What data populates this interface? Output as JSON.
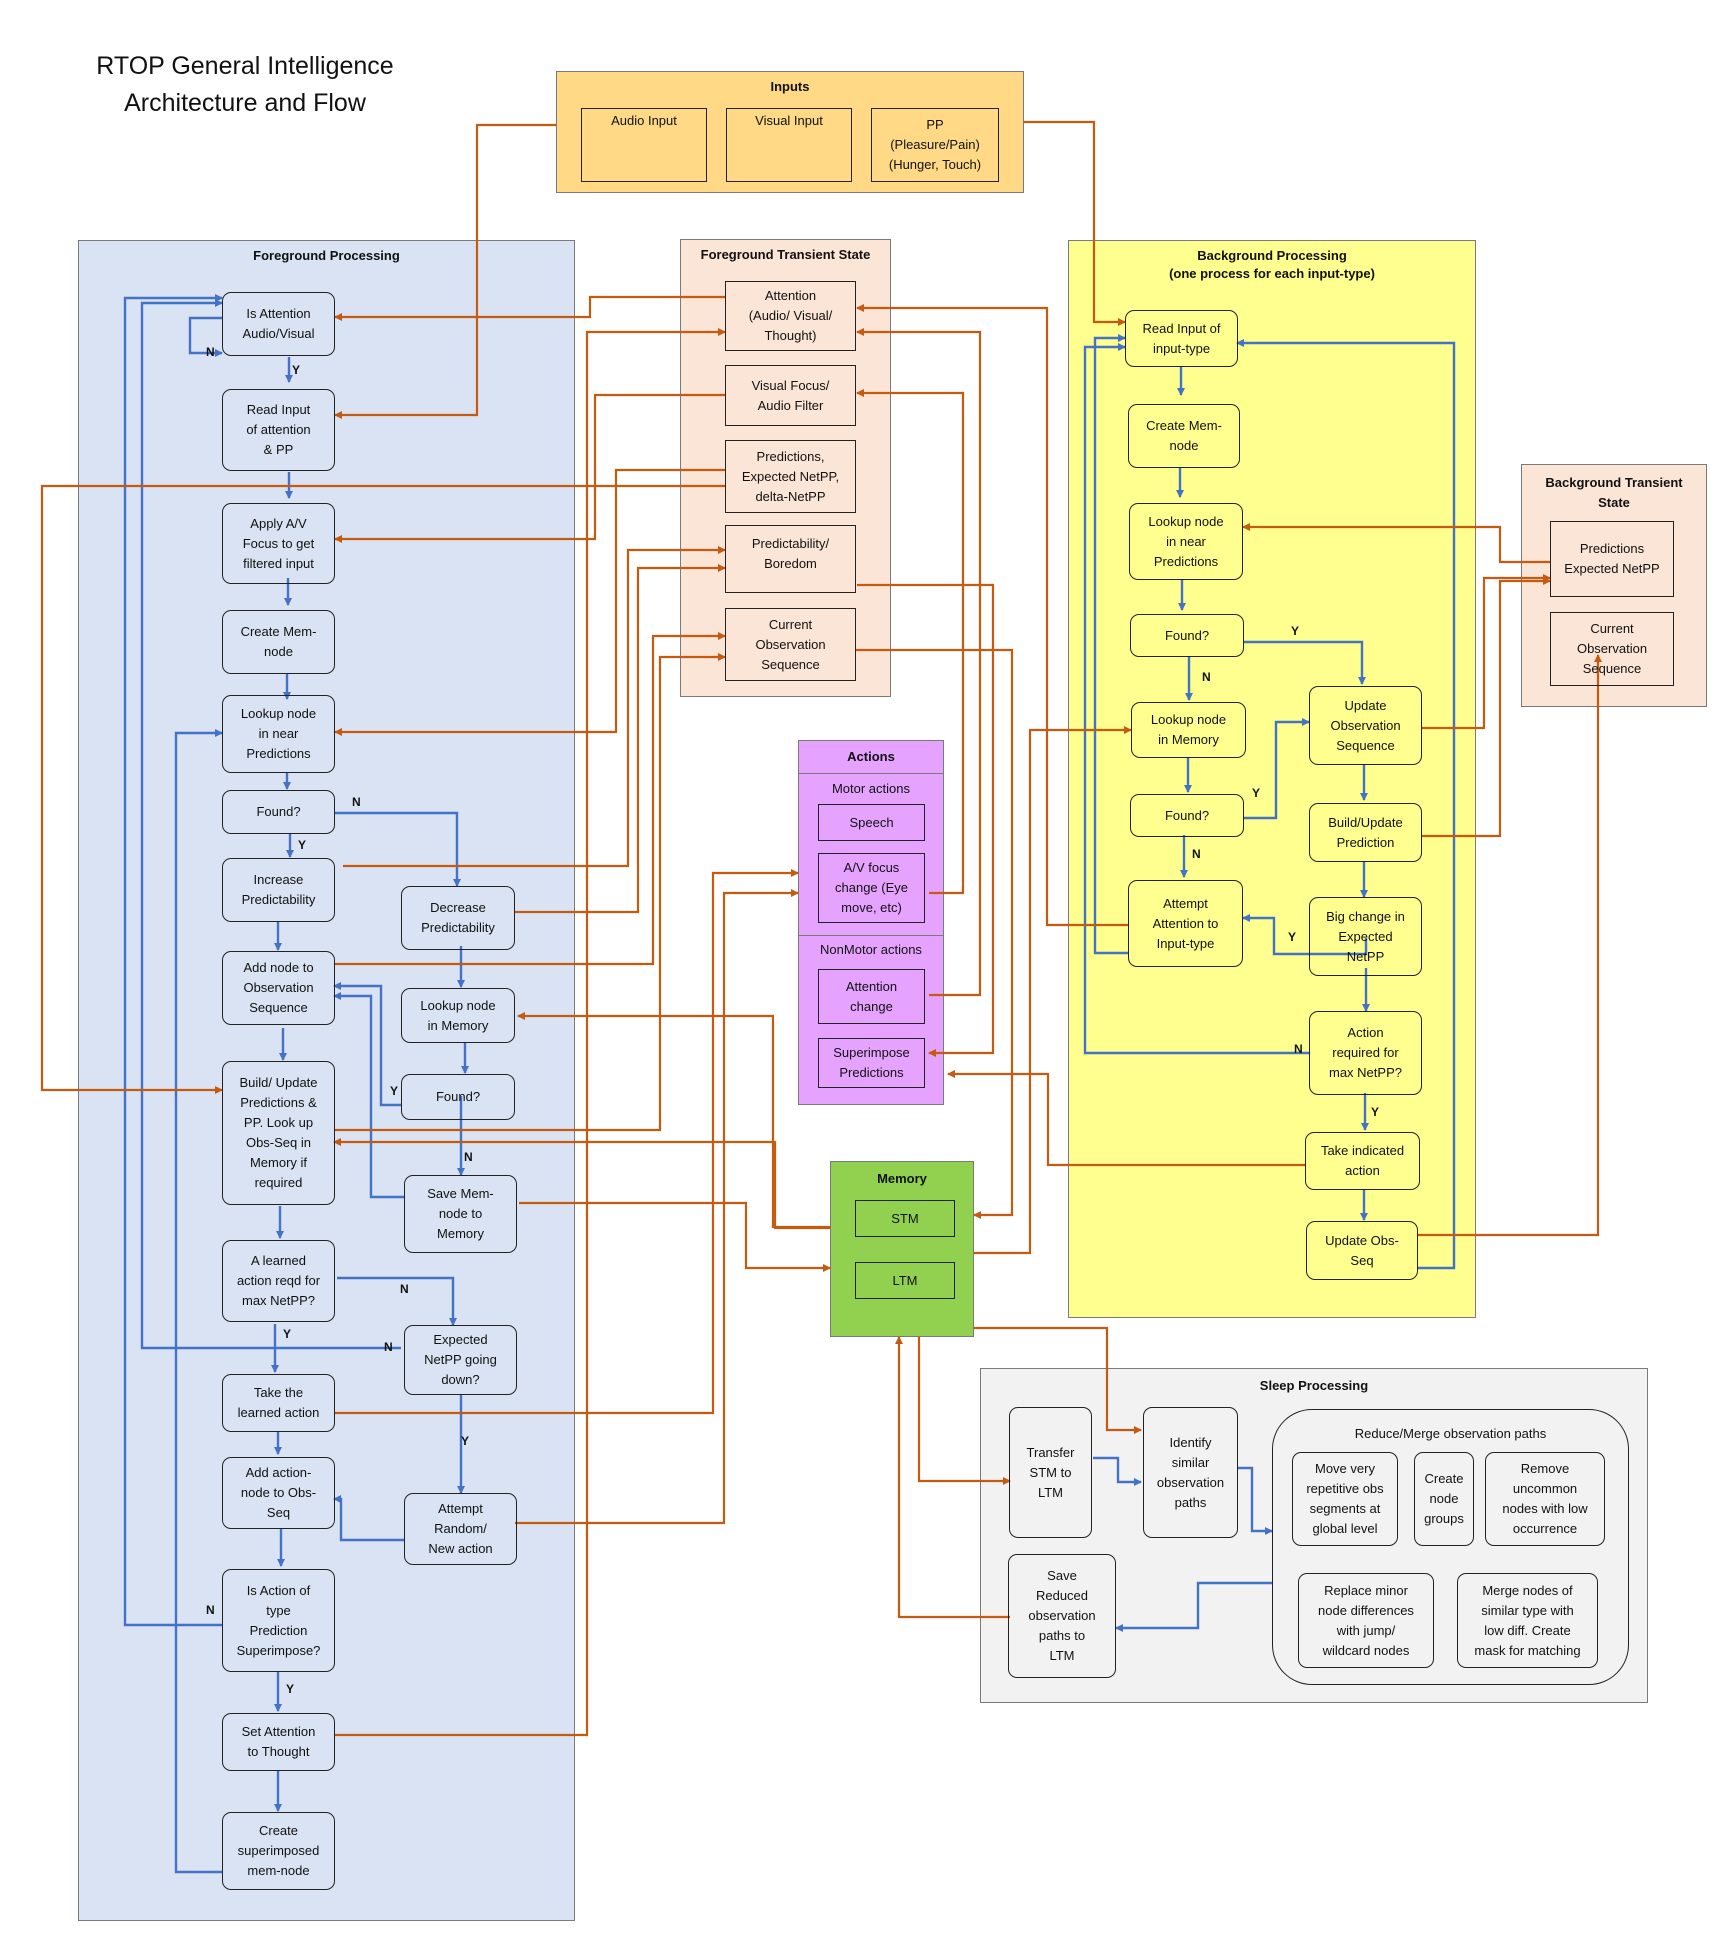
{
  "title_lines": [
    "RTOP General Intelligence",
    "Architecture and Flow"
  ],
  "regions": {
    "inputs": "Inputs",
    "foreground": "Foreground Processing",
    "transient": "Foreground Transient State",
    "background_line1": "Background Processing",
    "background_line2": "(one process for each input-type)",
    "bg_transient": "Background Transient State",
    "actions": "Actions",
    "motor": "Motor actions",
    "nonmotor": "NonMotor actions",
    "memory": "Memory",
    "sleep": "Sleep Processing",
    "reduce": "Reduce/Merge observation paths"
  },
  "inputs": {
    "audio": "Audio Input",
    "visual": "Visual Input",
    "pp": "PP\n(Pleasure/Pain)\n(Hunger, Touch)"
  },
  "foreground": {
    "is_attention": "Is Attention\nAudio/Visual",
    "read_input": "Read Input\nof attention\n& PP",
    "apply_focus": "Apply A/V\nFocus to get\nfiltered input",
    "create_mem": "Create Mem-\nnode",
    "lookup_pred": "Lookup node\nin  near\nPredictions",
    "found1": "Found?",
    "increase_pred": "Increase\nPredictability",
    "decrease_pred": "Decrease\nPredictability",
    "add_obs": "Add node to\nObservation\nSequence",
    "lookup_mem": "Lookup node\nin Memory",
    "found2": "Found?",
    "build_update": "Build/ Update\nPredictions &\nPP. Look up\nObs-Seq in\nMemory if\nrequired",
    "save_mem": "Save Mem-\nnode to\nMemory",
    "learned_action": "A learned\naction reqd for\nmax NetPP?",
    "expected_down": "Expected\nNetPP going\ndown?",
    "take_learned": "Take the\nlearned action",
    "add_action": "Add action-\nnode to Obs-\nSeq",
    "attempt_random": "Attempt\nRandom/\nNew action",
    "is_superimpose": "Is Action of\ntype\nPrediction\nSuperimpose?",
    "set_attention": "Set Attention\nto Thought",
    "create_superimposed": "Create\nsuperimposed\nmem-node"
  },
  "transient": {
    "attention": "Attention\n(Audio/ Visual/\nThought)",
    "visual_focus": "Visual Focus/\nAudio Filter",
    "predictions": "Predictions,\nExpected NetPP,\ndelta-NetPP",
    "predictability": "Predictability/\nBoredom",
    "current_obs": "Current\nObservation\nSequence"
  },
  "actions": {
    "speech": "Speech",
    "av_focus": "A/V focus\nchange (Eye\nmove, etc)",
    "attention_change": "Attention\nchange",
    "superimpose": "Superimpose\nPredictions"
  },
  "memory": {
    "stm": "STM",
    "ltm": "LTM"
  },
  "background": {
    "read_input": "Read Input of\ninput-type",
    "create_mem": "Create Mem-\nnode",
    "lookup_pred": "Lookup node\nin  near\nPredictions",
    "found1": "Found?",
    "lookup_mem": "Lookup node\nin Memory",
    "found2": "Found?",
    "attempt_attention": "Attempt\nAttention to\nInput-type",
    "update_obs": "Update\nObservation\nSequence",
    "build_pred": "Build/Update\nPrediction",
    "big_change": "Big change in\nExpected\nNetPP",
    "action_required": "Action\nrequired for\nmax NetPP?",
    "take_action": "Take indicated\naction",
    "update_obs_seq": "Update Obs-\nSeq"
  },
  "bg_transient": {
    "predictions": "Predictions\nExpected NetPP",
    "current_obs": "Current\nObservation\nSequence"
  },
  "sleep": {
    "transfer": "Transfer\nSTM to\nLTM",
    "identify": "Identify\nsimilar\nobservation\npaths",
    "save_reduced": "Save\nReduced\nobservation\npaths to\nLTM",
    "move_repetitive": "Move very\nrepetitive obs\nsegments at\nglobal level",
    "create_groups": "Create\nnode\ngroups",
    "remove_uncommon": "Remove\nuncommon\nnodes with low\noccurrence",
    "replace_minor": "Replace minor\nnode differences\nwith jump/\nwildcard nodes",
    "merge_nodes": "Merge nodes of\nsimilar type with\nlow diff. Create\nmask for matching"
  },
  "flow_labels": {
    "yes": "Y",
    "no": "N"
  },
  "colors": {
    "foreground_fill": "#dae3f3",
    "inputs_fill": "#ffd985",
    "transient_fill": "#fbe5d6",
    "background_fill": "#ffff8f",
    "bg_transient_fill": "#fbe5d6",
    "actions_fill": "#e5a3ff",
    "memory_fill": "#92d050",
    "sleep_fill": "#f2f2f2",
    "blue_flow": "#4472c4",
    "orange_data": "#c55a11"
  }
}
